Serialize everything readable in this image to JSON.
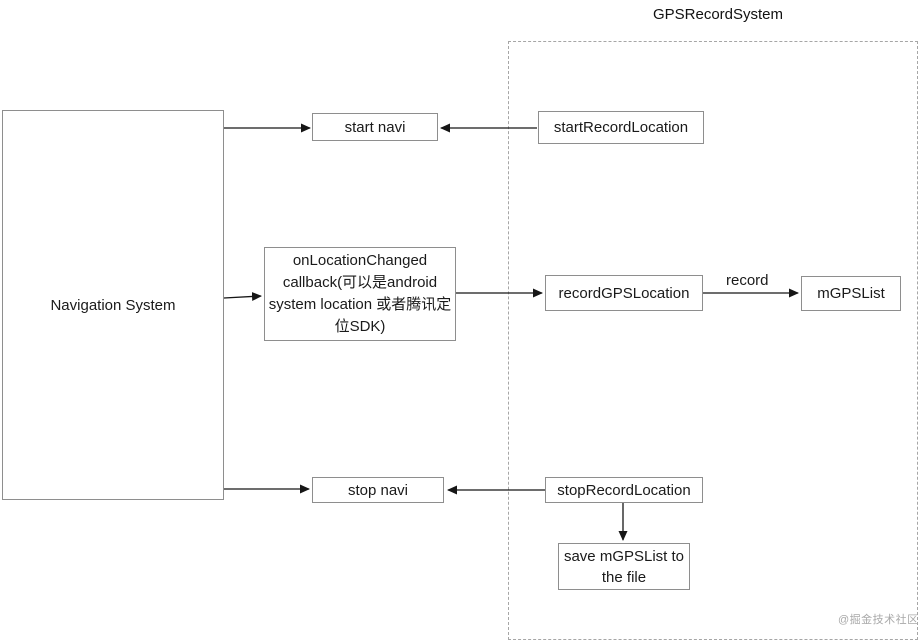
{
  "diagram": {
    "title": "GPSRecordSystem",
    "watermark": "@掘金技术社区",
    "nodes": {
      "navigation_system": "Navigation System",
      "start_navi": "start navi",
      "start_record_location": "startRecordLocation",
      "on_location_changed": "onLocationChanged callback(可以是android system location 或者腾讯定位SDK)",
      "record_gps_location": "recordGPSLocation",
      "m_gps_list": "mGPSList",
      "stop_navi": "stop navi",
      "stop_record_location": "stopRecordLocation",
      "save_m_gps_list": "save mGPSList to the file"
    },
    "edge_labels": {
      "record": "record"
    },
    "colors": {
      "box_border": "#8e8e8e",
      "dashed_border": "#a6a6a6",
      "arrow": "#161616",
      "text": "#1a1a1a",
      "watermark": "#a9a9a9"
    }
  }
}
